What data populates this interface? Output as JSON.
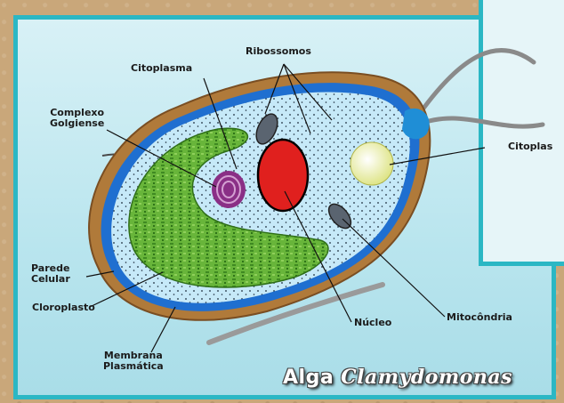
{
  "labels": {
    "ribossomos": "Ribossomos",
    "citoplasma": "Citoplasma",
    "complexo_golgiense_line1": "Complexo",
    "complexo_golgiense_line2": "Golgiense",
    "parede_celular_line1": "Parede",
    "parede_celular_line2": "Celular",
    "cloroplasto": "Cloroplasto",
    "membrana_plasmatica_line1": "Membrana",
    "membrana_plasmatica_line2": "Plasmática",
    "nucleo": "Núcleo",
    "mitocondria": "Mitocôndria",
    "inset_citoplasma": "Citoplas"
  },
  "title": {
    "prefix": "Alga",
    "species": "Clamydomonas"
  },
  "colors": {
    "frame": "#2bb7c4",
    "cell_wall": "#b07a3a",
    "membrane": "#1f6fd0",
    "cytoplasm": "#bfe6f7",
    "chloroplast": "#5aa832",
    "nucleus": "#e0201e",
    "golgi": "#8a2f86",
    "vacuole": "#f4f6c8"
  }
}
